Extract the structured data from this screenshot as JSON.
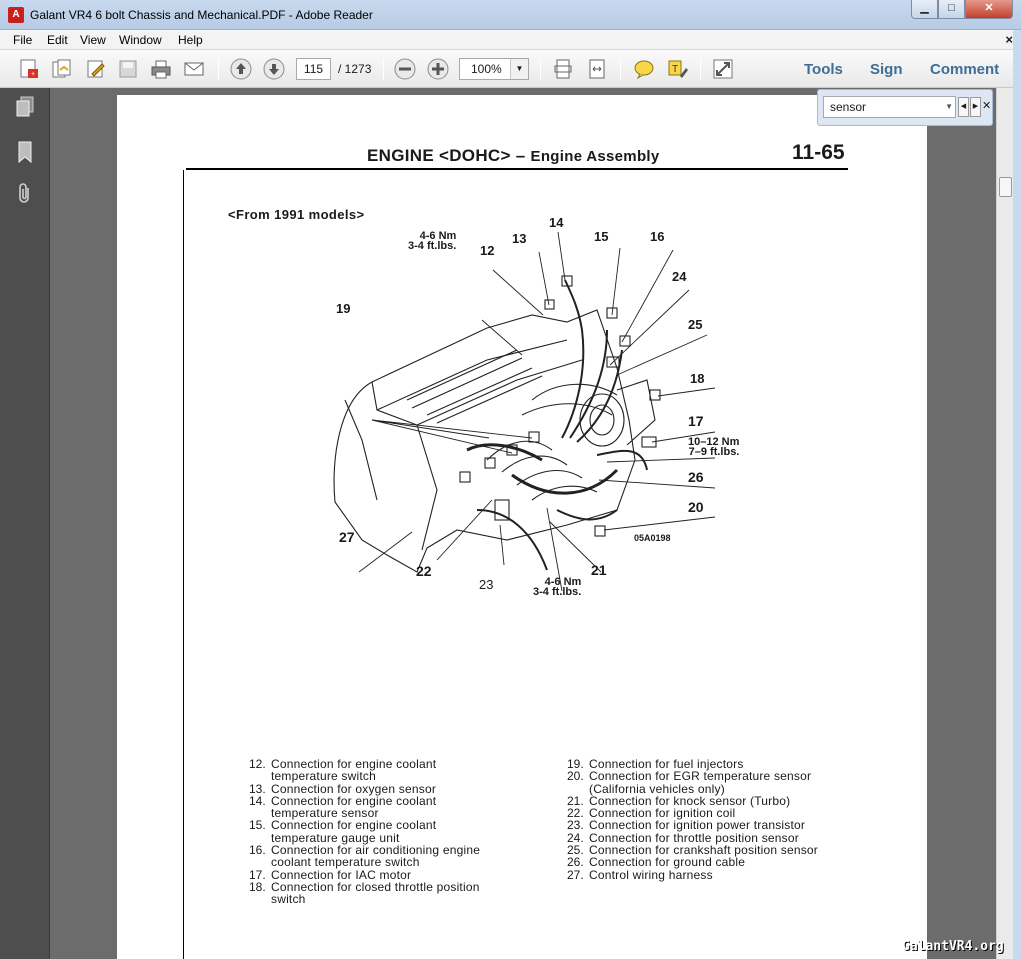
{
  "window": {
    "title": "Galant VR4 6 bolt Chassis and Mechanical.PDF - Adobe Reader",
    "app_icon": "pdf-icon",
    "controls": {
      "minimize": "▁",
      "maximize": "□",
      "close": "✕"
    }
  },
  "menu": {
    "items": [
      "File",
      "Edit",
      "View",
      "Window",
      "Help"
    ],
    "close_glyph": "×"
  },
  "toolbar": {
    "current_page": "115",
    "total_pages": "/ 1273",
    "zoom": "100%",
    "right_links": [
      "Tools",
      "Sign",
      "Comment"
    ],
    "icons": [
      "create-pdf-icon",
      "combine-icon",
      "edit-icon",
      "save-icon",
      "print-icon",
      "email-icon",
      "previous-page-icon",
      "next-page-icon",
      "zoom-out-icon",
      "zoom-in-icon",
      "fit-page-icon",
      "fit-width-icon",
      "comment-icon",
      "highlight-icon",
      "fullscreen-icon"
    ],
    "accent": "#3e6d96"
  },
  "find": {
    "query": "sensor"
  },
  "nav_panel": {
    "icons": [
      "pages-icon",
      "bookmark-icon",
      "attachment-icon"
    ]
  },
  "page": {
    "section_title": "ENGINE <DOHC> –",
    "section_sub": "Engine Assembly",
    "page_number": "11-65",
    "models_note": "<From 1991 models>",
    "diagram_code": "05A0198",
    "torques": [
      {
        "id": "t1",
        "nm": "4-6  Nm",
        "ft": "3-4  ft.lbs."
      },
      {
        "id": "t2",
        "nm": "10–12  Nm",
        "ft": "7–9  ft.lbs."
      },
      {
        "id": "t3",
        "nm": "4-6  Nm",
        "ft": "3-4  ft.lbs."
      }
    ],
    "callouts": [
      "14",
      "13",
      "12",
      "15",
      "16",
      "24",
      "19",
      "25",
      "18",
      "17",
      "26",
      "20",
      "27",
      "22",
      "23",
      "21"
    ],
    "legend_left": [
      {
        "num": "12.",
        "text": "Connection for engine coolant temperature  switch"
      },
      {
        "num": "13.",
        "text": "Connection for oxygen sensor"
      },
      {
        "num": "14.",
        "text": "Connection  for  engine  coolant  temperature  sensor"
      },
      {
        "num": "15.",
        "text": "Connection for engine coolant temperature gauge unit"
      },
      {
        "num": "16.",
        "text": "Connection for air conditioning engine coolant  temperature  switch"
      },
      {
        "num": "17.",
        "text": "Connection for IAC motor"
      },
      {
        "num": "18.",
        "text": "Connection for closed throttle position switch"
      }
    ],
    "legend_right": [
      {
        "num": "19.",
        "text": "Connection for fuel injectors"
      },
      {
        "num": "20.",
        "text": "Connection for EGR temperature sensor (California vehicles only)"
      },
      {
        "num": "21.",
        "text": "Connection  for  knock  sensor  (Turbo)"
      },
      {
        "num": "22.",
        "text": "Connection for ignition coil"
      },
      {
        "num": "23.",
        "text": "Connection for ignition power transistor"
      },
      {
        "num": "24.",
        "text": "Connection for throttle position sensor"
      },
      {
        "num": "25.",
        "text": "Connection for crankshaft position sensor"
      },
      {
        "num": "26.",
        "text": "Connection for ground cable"
      },
      {
        "num": "27.",
        "text": "Control wiring harness"
      }
    ]
  },
  "watermark": "GalantVR4.org"
}
